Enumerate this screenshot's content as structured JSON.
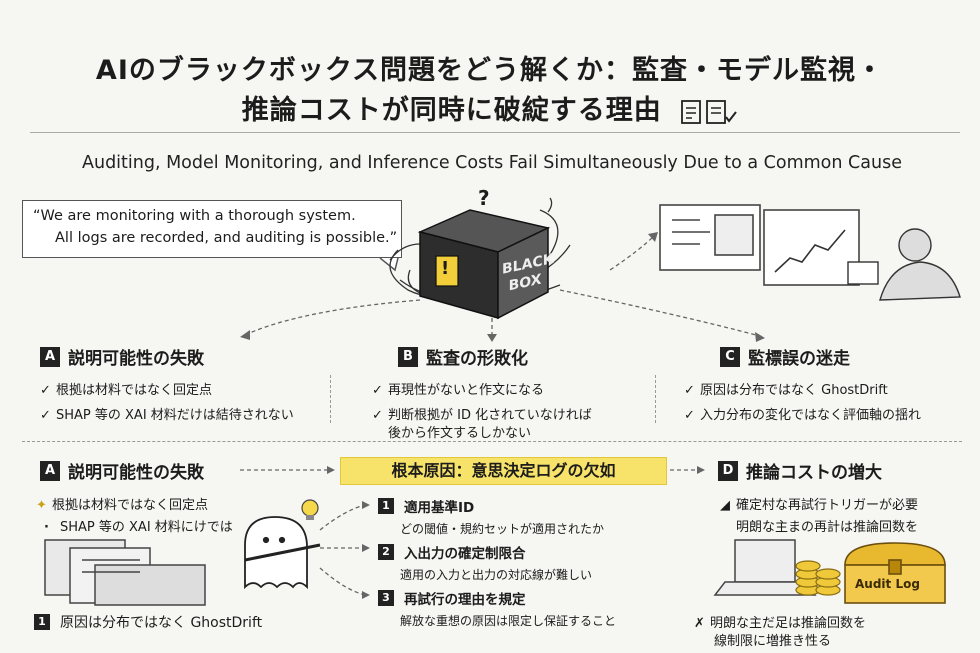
{
  "title_line1": "AIのブラックボックス問題をどう解くか：監査・モデル監視・",
  "title_line2": "推論コストが同時に破綻する理由",
  "subtitle": "Auditing, Model Monitoring, and Inference Costs Fail Simultaneously Due to a Common Cause",
  "quote_line1": "“We are monitoring with a thorough system.",
  "quote_line2": "All logs are recorded, and auditing is possible.”",
  "box_label_1": "BLACK",
  "box_label_2": "BOX",
  "box_warning": "!",
  "box_question": "?",
  "top_sections": [
    {
      "letter": "A",
      "title": "説明可能性の失敗",
      "bullets": [
        "根拠は材料ではなく回定点",
        "SHAP 等の XAI 材料だけは結待されない"
      ]
    },
    {
      "letter": "B",
      "title": "監査の形敗化",
      "bullets": [
        "再現性がないと作文になる",
        "判断根拠が ID 化されていなければ",
        "後から作文するしかない"
      ]
    },
    {
      "letter": "C",
      "title": "監標誤の迷走",
      "bullets": [
        "原因は分布ではなく GhostDrift",
        "入力分布の変化ではなく評価軸の揺れ"
      ]
    }
  ],
  "bottom_left": {
    "letter": "A",
    "title": "説明可能性の失敗",
    "bullets": [
      "根拠は材料ではなく回定点",
      "SHAP 等の XAI 材料にけでは"
    ],
    "footer_num": "1",
    "footer_text": "原因は分布ではなく GhostDrift"
  },
  "root_cause": "根本原因：意思決定ログの欠如",
  "root_items": [
    {
      "num": "1",
      "label": "適用基準ID",
      "desc": "どの閾値・規約セットが適用されたか"
    },
    {
      "num": "2",
      "label": "入出力の確定制限合",
      "desc": "適用の入力と出力の対応線が難しい"
    },
    {
      "num": "3",
      "label": "再試行の理由を規定",
      "desc": "解放な重想の原因は限定し保証すること"
    }
  ],
  "bottom_right": {
    "letter": "D",
    "title": "推論コストの増大",
    "bullets": [
      "確定村な再試行トリガーが必要",
      "明朗な主まの再計は推論回数を"
    ],
    "chest_label": "Audit Log",
    "footer_lines": [
      "明朗な主だ足は推論回数を",
      "線制限に増推き性る"
    ]
  },
  "colors": {
    "accent_yellow": "#f7e36a",
    "badge_dark": "#222222"
  },
  "icons": [
    "document-check-icon",
    "question-icon",
    "warning-icon",
    "lightbulb-icon",
    "ghost-icon",
    "monitor-icon",
    "treasure-chest-icon",
    "coin-stack-icon"
  ]
}
